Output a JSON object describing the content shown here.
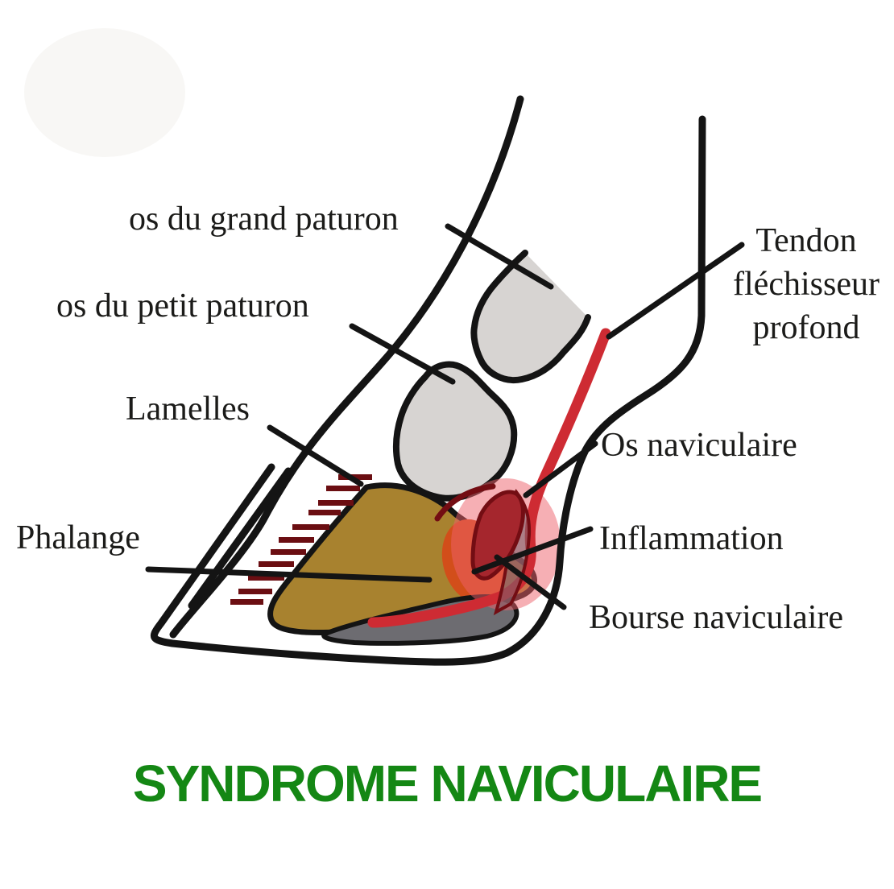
{
  "diagram": {
    "title": "SYNDROME NAVICULAIRE",
    "subject": "horse hoof cross-section, navicular syndrome",
    "labels": {
      "grand_pastern": "os du grand paturon",
      "petit_pastern": "os du petit paturon",
      "lamellae": "Lamelles",
      "phalanx": "Phalange",
      "deep_flexor_tendon": "Tendon fléchisseur profond",
      "navicular_bone": "Os naviculaire",
      "inflammation": "Inflammation",
      "navicular_bursa": "Bourse naviculaire"
    },
    "colors": {
      "title_green": "#148714",
      "outline_black": "#141414",
      "bone_gray": "#d7d4d2",
      "coffin_bone_brown": "#a8822f",
      "lamellae_dark_red": "#6b0e12",
      "tendon_red": "#ce2b33",
      "inflammation_pink": "#ee5f69",
      "inflamed_orange": "#d24e1a",
      "navicular_dark_red": "#a5262d",
      "navicular_outline": "#730d13",
      "cushion_gray": "#6d6c71",
      "label_text": "#1b1b19"
    }
  }
}
